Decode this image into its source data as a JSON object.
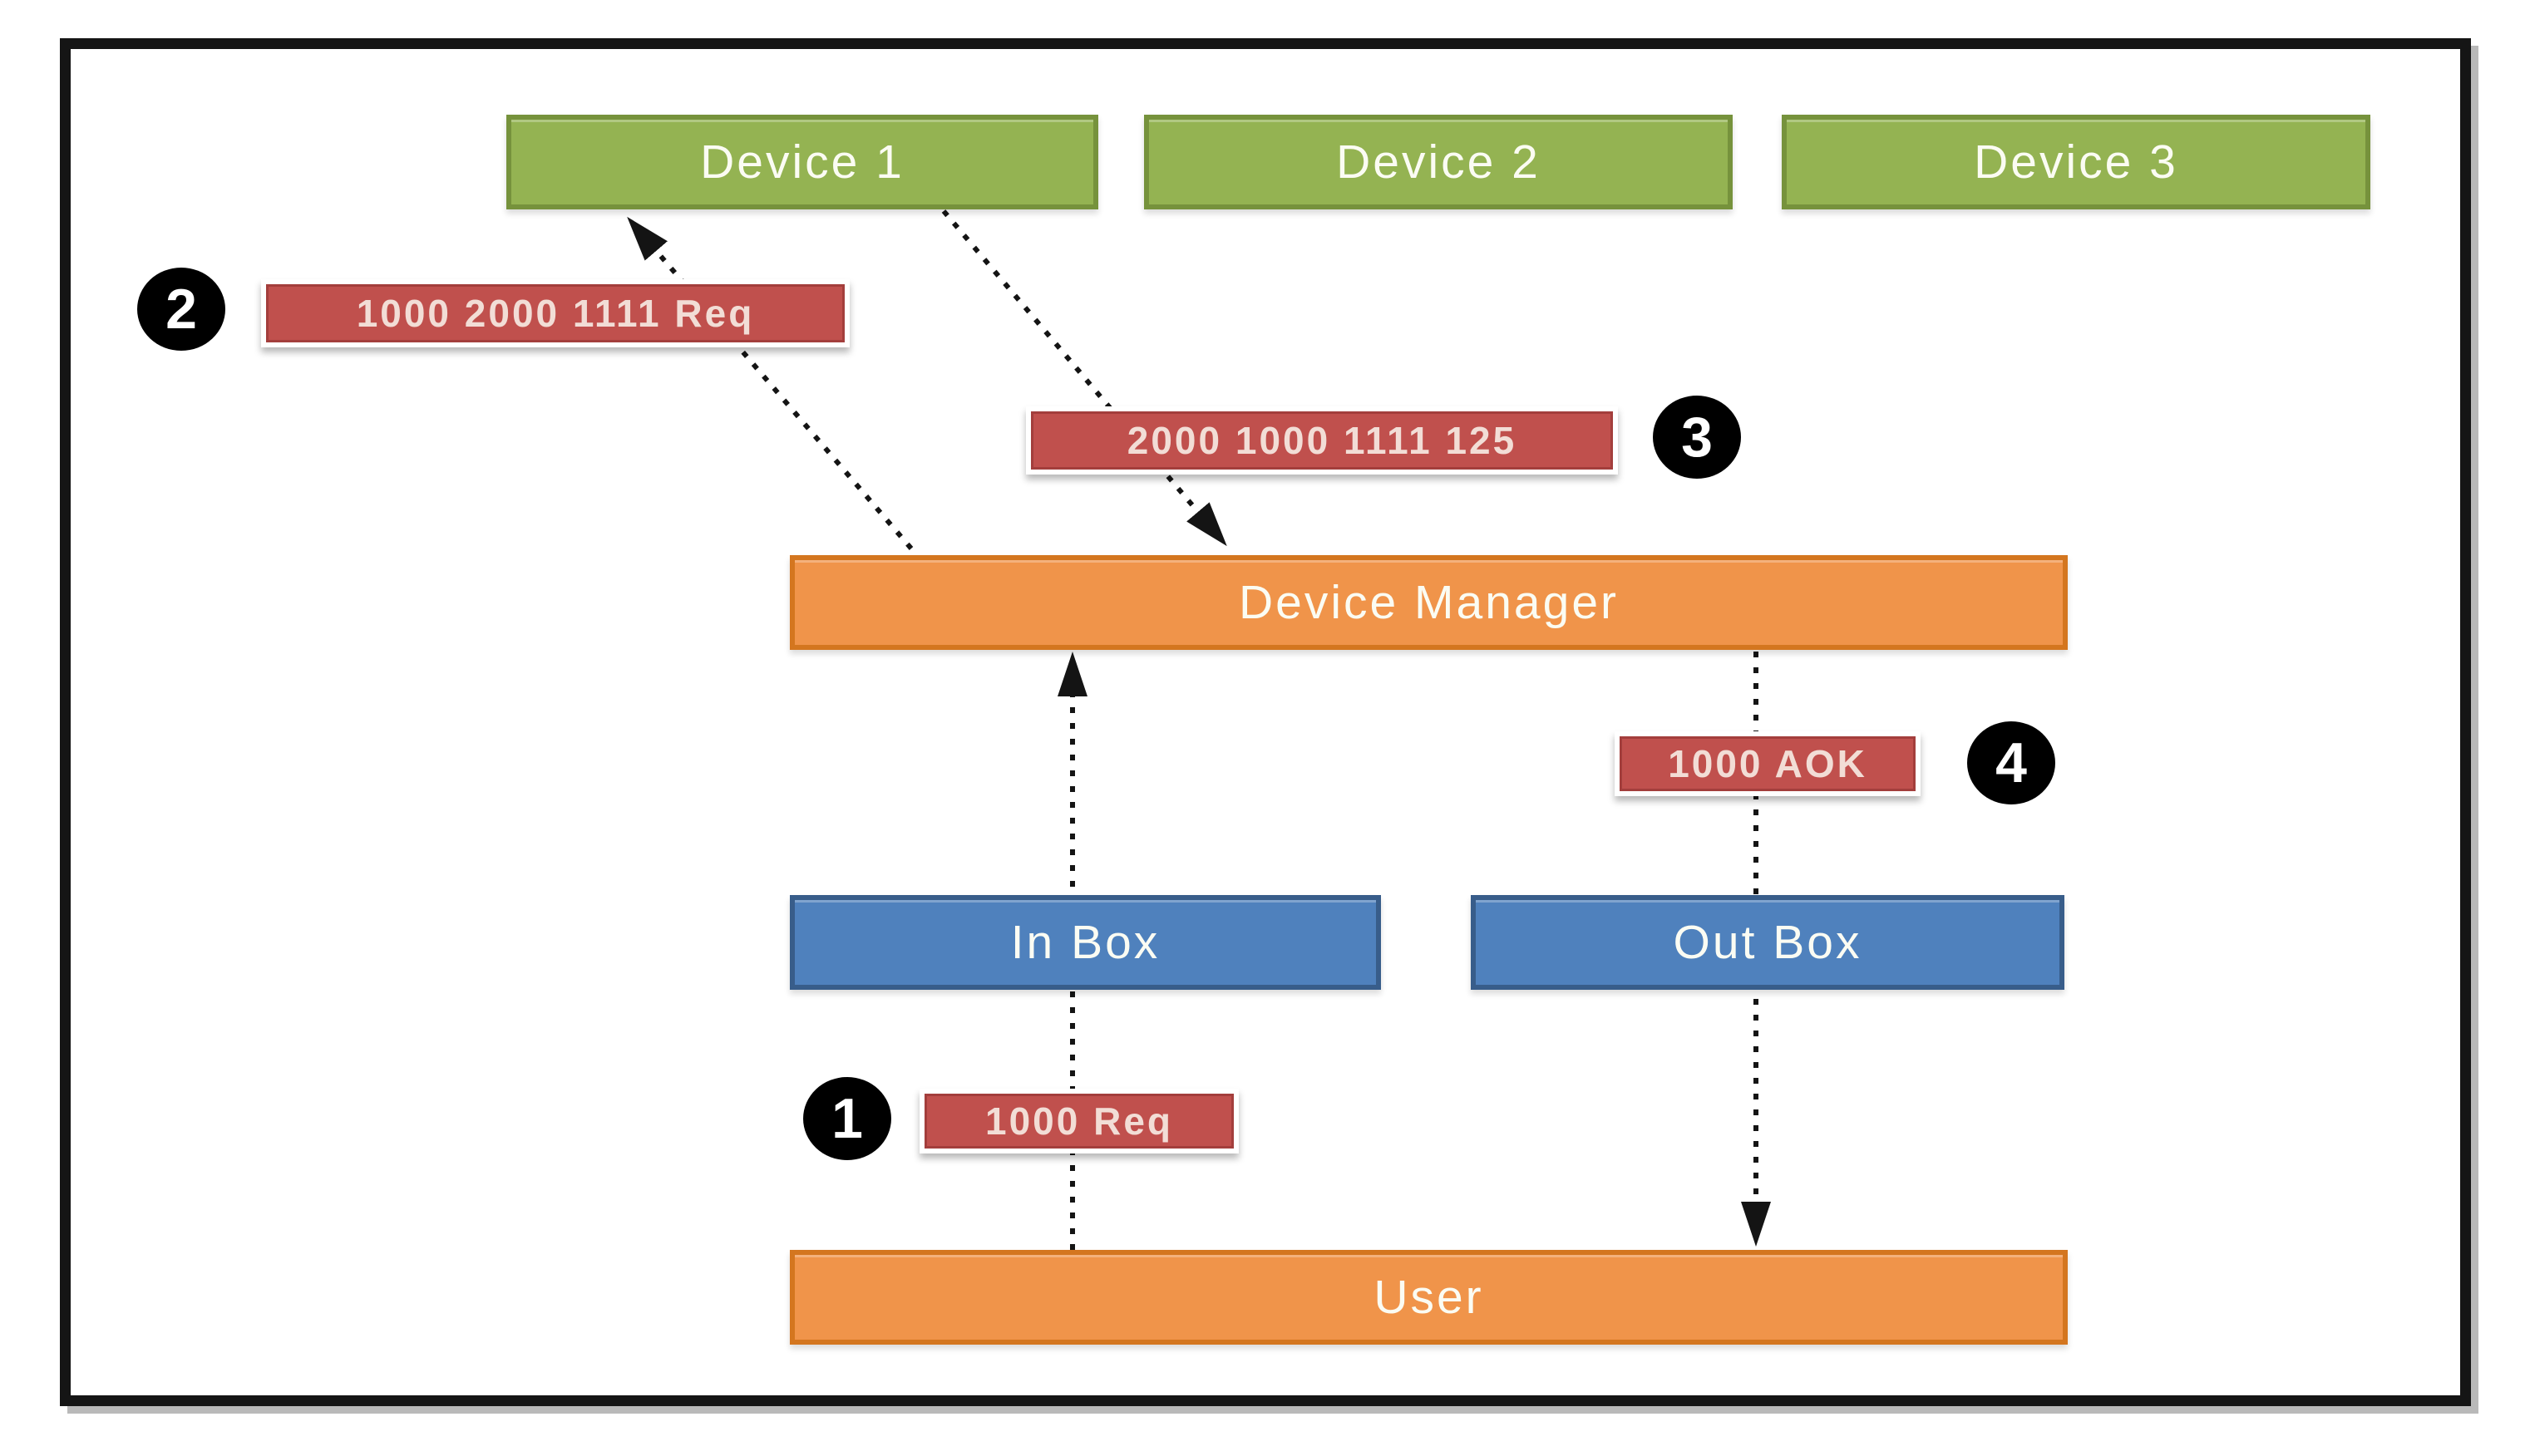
{
  "diagram": {
    "nodes": {
      "device1": "Device 1",
      "device2": "Device 2",
      "device3": "Device 3",
      "manager": "Device Manager",
      "inbox": "In Box",
      "outbox": "Out Box",
      "user": "User"
    },
    "messages": {
      "step1": {
        "number": "1",
        "text": "1000 Req"
      },
      "step2": {
        "number": "2",
        "text": "1000 2000 1111 Req"
      },
      "step3": {
        "number": "3",
        "text": "2000 1000 1111 125"
      },
      "step4": {
        "number": "4",
        "text": "1000 AOK"
      }
    },
    "colors": {
      "device_fill": "#94b352",
      "device_border": "#76923c",
      "orange_fill": "#f0944a",
      "orange_border": "#d4761f",
      "blue_fill": "#4f81bd",
      "blue_border": "#385d8a",
      "message_fill": "#c0504d",
      "message_border": "#a33e3c",
      "message_text": "#f2ddd6",
      "arrow_color": "#141414",
      "badge_fill": "#000000",
      "badge_text": "#ffffff",
      "frame_border": "#151515"
    }
  }
}
